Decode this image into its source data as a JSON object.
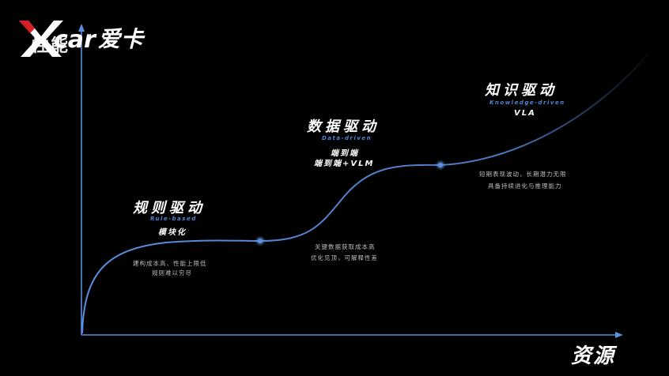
{
  "brand": {
    "logo_text": "爱卡",
    "accent_color": "#d61f26"
  },
  "axes": {
    "y_label": "性能",
    "x_label": "资源",
    "axis_color": "#5b8fe0"
  },
  "stages": [
    {
      "title": "规则驱动",
      "subtitle": "Rule-based",
      "details": [
        "模块化"
      ],
      "description": [
        "建构成本高、性能上限低",
        "规则难以穷尽"
      ]
    },
    {
      "title": "数据驱动",
      "subtitle": "Data-driven",
      "details": [
        "端到端",
        "端到端+VLM"
      ],
      "description": [
        "关键数据获取成本高",
        "优化见顶，可解释性差"
      ]
    },
    {
      "title": "知识驱动",
      "subtitle": "Knowledge-driven",
      "details": [
        "VLA"
      ],
      "description": [
        "短期表现波动，长期潜力无限",
        "具备持续进化与推理能力"
      ]
    }
  ],
  "curve_color": "#5b8fe0"
}
